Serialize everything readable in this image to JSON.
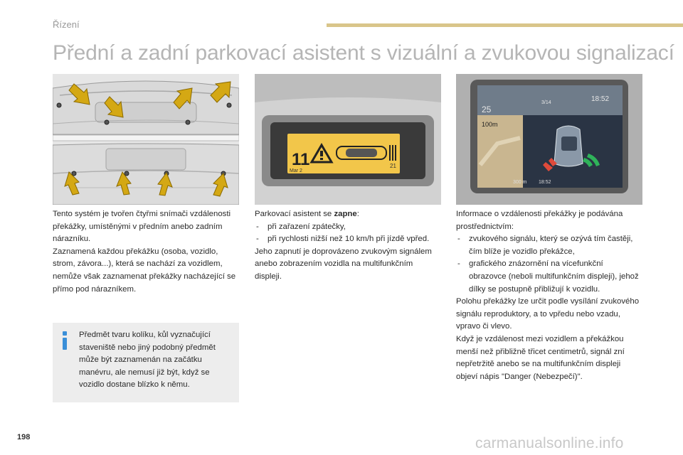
{
  "header": {
    "section": "Řízení",
    "rule_color": "#d9c58a"
  },
  "title": "Přední a zadní parkovací asistent s vizuální a zvukovou signalizací",
  "figures": {
    "dashboard": {
      "number": "11",
      "date": "Mar 2",
      "value": "21"
    },
    "touchscreen": {
      "temperature": "25",
      "time": "18:52",
      "track": "3/14",
      "distance_label": "100m",
      "bottom_distance": "300 m",
      "bottom_time": "18:52"
    }
  },
  "col1": {
    "p1": "Tento systém je tvořen čtyřmi snímači vzdálenosti překážky, umístěnými v předním anebo zadním nárazníku.",
    "p2": "Zaznamená každou překážku (osoba, vozidlo, strom, závora...), která se nachází za vozidlem, nemůže však zaznamenat překážky nacházející se přímo pod nárazníkem."
  },
  "note": {
    "text": "Předmět tvaru kolíku, kůl vyznačující staveniště nebo jiný podobný předmět může být zaznamenán na začátku manévru, ale nemusí již být, když se vozidlo dostane blízko k němu.",
    "icon_color": "#3a8fd8"
  },
  "col2": {
    "intro_prefix": "Parkovací asistent se ",
    "intro_bold": "zapne",
    "intro_suffix": ":",
    "items": [
      "při zařazení zpátečky,",
      "při rychlosti nižší než 10 km/h při jízdě vpřed."
    ],
    "p2": "Jeho zapnutí je doprovázeno zvukovým signálem anebo zobrazením vozidla na multifunkčním displeji."
  },
  "col3": {
    "intro": "Informace o vzdálenosti překážky je podávána prostřednictvím:",
    "items": [
      "zvukového signálu, který se ozývá tím častěji, čím blíže je vozidlo překážce,",
      "grafického znázornění na vícefunkční obrazovce (neboli multifunkčním displeji), jehož dílky se postupně přibližují k vozidlu."
    ],
    "p2": "Polohu překážky lze určit podle vysílání zvukového signálu reproduktory, a to vpředu nebo vzadu, vpravo či vlevo.",
    "p3": "Když je vzdálenost mezi vozidlem a překážkou menší než přibližně třicet centimetrů, signál zní nepřetržitě anebo se na multifunkčním displeji objeví nápis \"Danger (Nebezpečí)\"."
  },
  "footer": {
    "page_number": "198",
    "watermark": "carmanualsonline.info"
  }
}
